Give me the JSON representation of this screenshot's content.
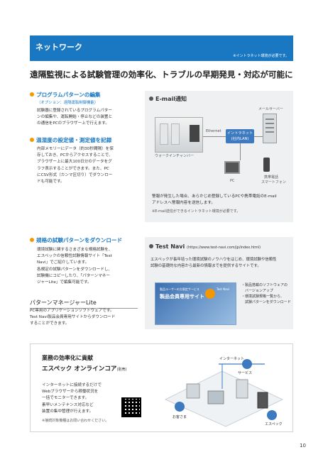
{
  "header": {
    "section_title": "ネットワーク",
    "note": "※イントラネット環境が必要です。"
  },
  "headline": "遠隔監視による試験管理の効率化、トラブルの早期発見・対応が可能に",
  "left_col": {
    "program": {
      "title": "プログラムパターンの編集",
      "subtitle": "（オプション：遠隔運転制御機能）",
      "lines": [
        "試験器に登録されているプログラムパター",
        "ンの編集や、運転開始・停止などの装置と",
        "の通信をPCのブラウザー上で行えます。"
      ]
    },
    "temperature": {
      "title": "温湿度の設定値・測定値を記録",
      "lines": [
        "内部メモリーにデータ（約30秒間隔）を保",
        "存しておき、PCからアクセスすることで、",
        "ブラウザー上に最大100日分のデータをグ",
        "ラフ表示することができます。また、PC",
        "にCSV形式（カンマ区切り）でダウンロー",
        "ドも可能です。"
      ]
    },
    "download": {
      "title": "規格の試験パターンをダウンロード",
      "lines": [
        "環境試験に関するさまざまな規格試験を、",
        "エスペックの信頼性試験情報サイト「Test",
        "Navi」でご紹介しています。",
        "各規定の試験パターンをダウンロードし、",
        "試験機にコピーしたり、「パターンマネー",
        "ジャーLite」で編集可能です。"
      ]
    },
    "lite": {
      "title": "パターンマネージャーLite",
      "lines": [
        "PC専用のアプリケーションソフトウェアです。",
        "Test Navi製品会員専用サイトからダウンロード",
        "することができます。"
      ]
    }
  },
  "email_panel": {
    "title": "E-mail通知",
    "mail_server": "メールサーバー",
    "ethernet": "Ethernet",
    "intranet": "イントラネット",
    "intranet_sub": "(社内LAN)",
    "chamber_label": "ウォークインチャンバー",
    "pc_label": "PC",
    "phone_label1": "携帯電話",
    "phone_label2": "スマートフォン",
    "lines": [
      "警報が発生した場合、あらかじめ登録しているPCや携帯電話のE-mail",
      "アドレスへ警報内容を送信します。"
    ],
    "note": "※E-mail送信ができるイントラネット環境が必要です。"
  },
  "testnavi_panel": {
    "title": "Test Navi",
    "url": "(https://www.test-navi.com/jp/index.html)",
    "lines": [
      "エスペックが長年培った環境試験のノウハウをはじめ、環境試験や信頼性",
      "試験の基礎的な内容から最新の情報までを提供するサイトです。"
    ],
    "banner_sub": "製品ユーザーの方限定サービス",
    "banner_label": "製品会員専用サイト",
    "banner_logo": "Test Navi",
    "features": [
      "・製品搭載のソフトウェアの",
      "　バージョンアップ",
      "・環境試験規格一覧から、",
      "　試験パターンをダウンロード"
    ]
  },
  "bottom": {
    "title1": "業務の効率化に貢献",
    "title2": "エスペック オンラインコア",
    "trademark": "(別売)",
    "lines": [
      "インターネットに接続するだけで",
      "Webブラウザーから稼働状況を",
      "一括でモニターできます。",
      "素早いメンテナンス対応など",
      "装置の集中管理が行えます。"
    ],
    "note": "※接続対象機種はお問い合わせください。",
    "diagram_labels": {
      "internet": "インターネット",
      "customer": "お客さま",
      "service": "サービス",
      "esp": "エスペック"
    }
  },
  "page_number": "10",
  "colors": {
    "brand_blue": "#1a78c2",
    "accent_orange": "#f39800",
    "panel_gray": "#eef0f2"
  }
}
